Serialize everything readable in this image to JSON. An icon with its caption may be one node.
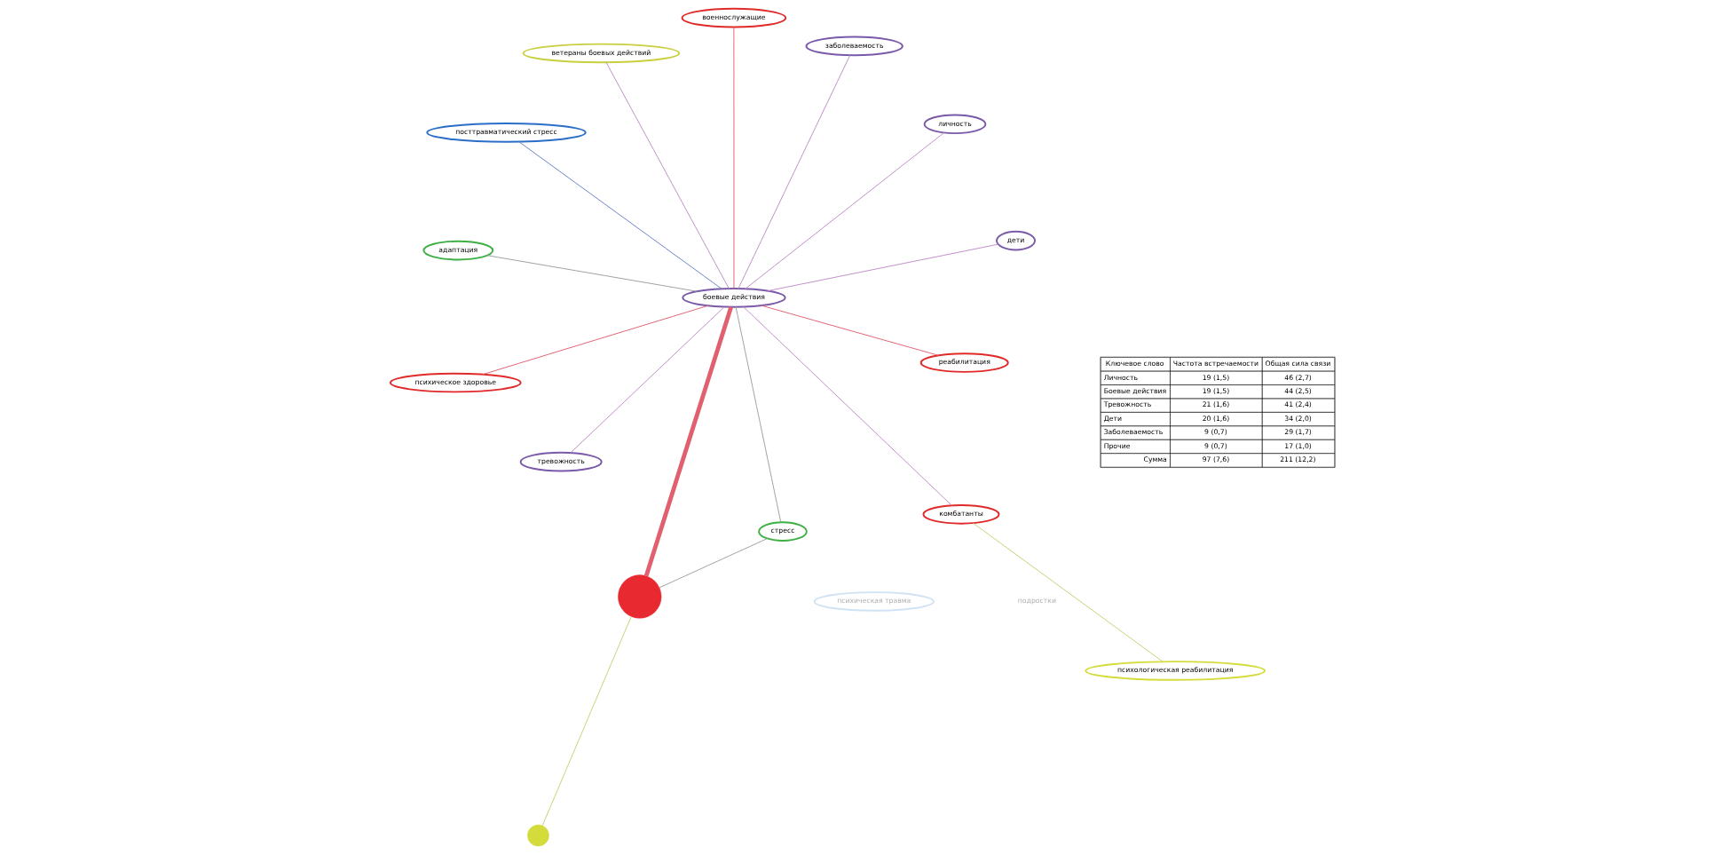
{
  "diagram": {
    "nodes": [
      {
        "text": [
          "адаптация"
        ]
      },
      {
        "text": [
          "стресс"
        ]
      },
      {
        "text": [],
        "shape": "circle"
      },
      {
        "text": [
          "военнослужащие"
        ]
      },
      {
        "text": [],
        "shape": "circle"
      },
      {
        "text": [
          "ветераны боевых действий"
        ]
      },
      {
        "text": [
          "психическое здоровье"
        ]
      },
      {
        "text": [
          "психологическая реабилитация"
        ]
      },
      {
        "text": [
          "комбатанты"
        ]
      },
      {
        "text": [
          "реабилитация"
        ]
      },
      {
        "text": [
          "психическая травма"
        ]
      },
      {
        "text": [
          "тревожность"
        ]
      },
      {
        "text": [
          "посттравматический стресс"
        ]
      },
      {
        "text": [
          "личность"
        ]
      },
      {
        "text": [
          "заболеваемость"
        ]
      },
      {
        "text": [
          "боевые действия"
        ]
      },
      {
        "text": [
          "дети"
        ]
      },
      {
        "text": [
          "подростки"
        ]
      }
    ],
    "edges": [
      {
        "from": 0,
        "to": 15,
        "arrow": "none",
        "color": "#9aa0a0"
      },
      {
        "from": 1,
        "to": 4,
        "arrow": "none",
        "color": "#9aa0a0"
      },
      {
        "from": 1,
        "to": 15,
        "arrow": "none",
        "color": "#9aa0a0"
      },
      {
        "from": 2,
        "to": 4,
        "arrow": "none",
        "color": "#c8d070"
      },
      {
        "from": 3,
        "to": 15,
        "arrow": "none",
        "color": "#e06070"
      },
      {
        "from": 4,
        "to": 15,
        "arrow": "none",
        "style": "thick",
        "color": "#e06070"
      },
      {
        "from": 5,
        "to": 15,
        "arrow": "none"
      },
      {
        "from": 6,
        "to": 15,
        "arrow": "none",
        "color": "#e06070"
      },
      {
        "from": 7,
        "to": 8,
        "arrow": "none",
        "color": "#c8d070"
      },
      {
        "from": 8,
        "to": 15,
        "arrow": "none"
      },
      {
        "from": 9,
        "to": 15,
        "arrow": "none",
        "color": "#e06070"
      },
      {
        "from": 11,
        "to": 15,
        "arrow": "none"
      },
      {
        "from": 13,
        "to": 15,
        "arrow": "none"
      },
      {
        "from": 12,
        "to": 15,
        "arrow": "none",
        "color": "#6a80c8"
      },
      {
        "from": 14,
        "to": 15,
        "arrow": "none"
      },
      {
        "from": 16,
        "to": 15,
        "arrow": "none"
      }
    ],
    "labels": [
      "Ключевое слово",
      "Частота встречаемости",
      "Общая сила связи",
      "Личность",
      "19 (1,5)",
      "46 (2,7)",
      "Боевые действия",
      "19 (1,5)",
      "44 (2,5)",
      "Тревожность",
      "21 (1,6)",
      "41 (2,4)",
      "Дети",
      "20 (1,6)",
      "34 (2,0)",
      "Заболеваемость",
      "9 (0,7)",
      "29 (1,7)",
      "Прочие",
      "9 (0,7)",
      "17 (1,0)",
      "Сумма",
      "97 (7,6)",
      "211 (12,2)"
    ]
  }
}
